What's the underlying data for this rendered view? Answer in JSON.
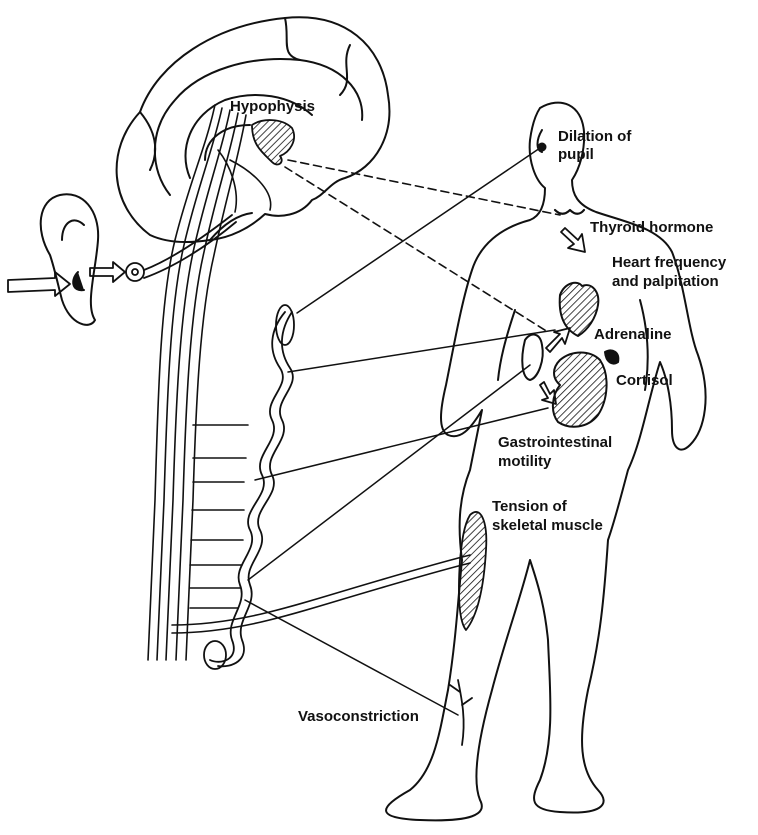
{
  "labels": {
    "hypophysis": "Hypophysis",
    "dilation_line1": "Dilation of",
    "dilation_line2": "pupil",
    "thyroid": "Thyroid hormone",
    "heart_line1": "Heart frequency",
    "heart_line2": "and palpitation",
    "adrenaline": "Adrenaline",
    "cortisol": "Cortisol",
    "gi_line1": "Gastrointestinal",
    "gi_line2": "motility",
    "tension_line1": "Tension of",
    "tension_line2": "skeletal muscle",
    "vasoconstriction": "Vasoconstriction"
  },
  "colors": {
    "ink": "#111111",
    "background": "#ffffff"
  }
}
